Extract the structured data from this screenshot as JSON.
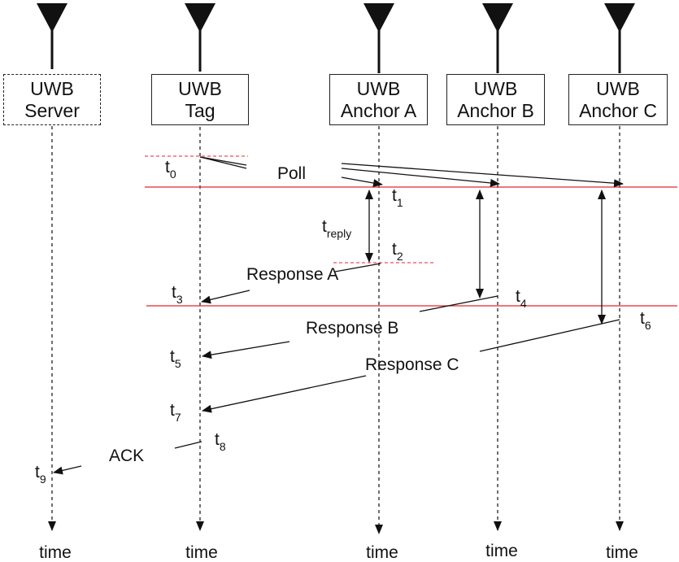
{
  "entities": [
    {
      "id": "server",
      "line1": "UWB",
      "line2": "Server",
      "dashed": true
    },
    {
      "id": "tag",
      "line1": "UWB",
      "line2": "Tag",
      "dashed": false
    },
    {
      "id": "anchor-a",
      "line1": "UWB",
      "line2": "Anchor A",
      "dashed": false
    },
    {
      "id": "anchor-b",
      "line1": "UWB",
      "line2": "Anchor B",
      "dashed": false
    },
    {
      "id": "anchor-c",
      "line1": "UWB",
      "line2": "Anchor C",
      "dashed": false
    }
  ],
  "time_label": "time",
  "messages": {
    "poll": "Poll",
    "response_a": "Response A",
    "response_b": "Response B",
    "response_c": "Response C",
    "ack": "ACK"
  },
  "timestamps": {
    "t0": {
      "base": "t",
      "sub": "0"
    },
    "t1": {
      "base": "t",
      "sub": "1"
    },
    "t2": {
      "base": "t",
      "sub": "2"
    },
    "t3": {
      "base": "t",
      "sub": "3"
    },
    "t4": {
      "base": "t",
      "sub": "4"
    },
    "t5": {
      "base": "t",
      "sub": "5"
    },
    "t6": {
      "base": "t",
      "sub": "6"
    },
    "t7": {
      "base": "t",
      "sub": "7"
    },
    "t8": {
      "base": "t",
      "sub": "8"
    },
    "t9": {
      "base": "t",
      "sub": "9"
    },
    "treply": {
      "base": "t",
      "sub": "reply"
    }
  },
  "colors": {
    "line": "#111111",
    "sync_line": "#e8262a"
  }
}
